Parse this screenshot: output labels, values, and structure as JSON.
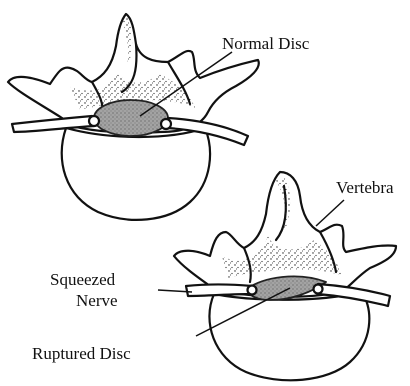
{
  "labels": {
    "normal_disc": "Normal Disc",
    "vertebra": "Vertebra",
    "squeezed": "Squeezed",
    "nerve": "Nerve",
    "ruptured_disc": "Ruptured Disc"
  },
  "colors": {
    "ink": "#111111",
    "disc_fill": "#9a9a9a",
    "background": "#ffffff"
  }
}
